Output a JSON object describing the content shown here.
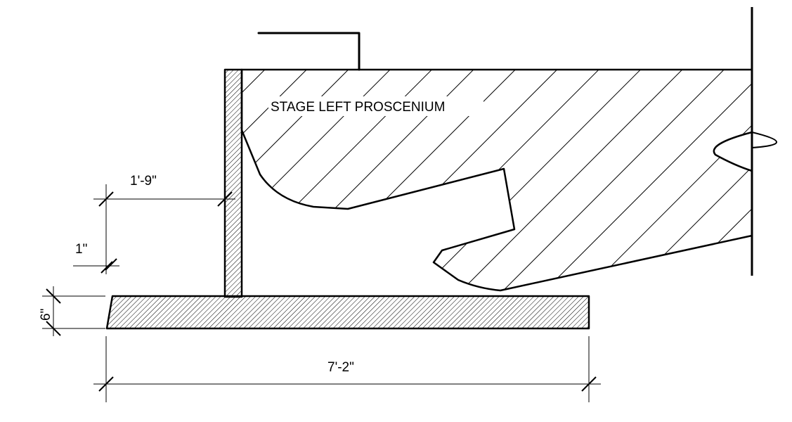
{
  "drawing": {
    "title": "STAGE LEFT PROSCENIUM",
    "dimensions": {
      "width_top": "1'-9\"",
      "gap": "1\"",
      "thickness": "6\"",
      "overall_length": "7'-2\""
    },
    "colors": {
      "line": "#000000",
      "background": "#ffffff"
    }
  }
}
